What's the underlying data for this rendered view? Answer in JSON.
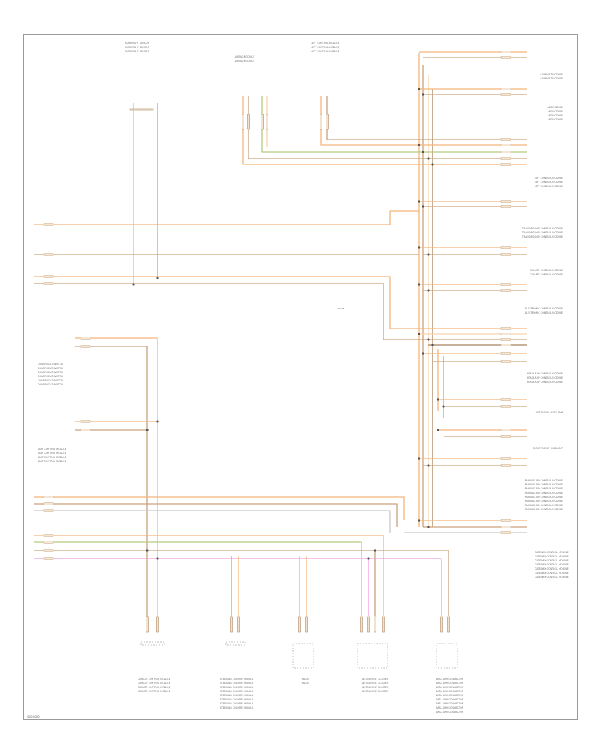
{
  "diagram": {
    "colors": {
      "orange": "#f5b57a",
      "orange_light": "#f9d2ac",
      "tan": "#caa27a",
      "brown": "#a8825f",
      "green": "#b3cc7c",
      "pink": "#f09be0",
      "gray": "#c8c8c8",
      "node": "#555555"
    },
    "components": {
      "rear_right_sensor": "REAR RIGHT SENSOR",
      "left_control_module": "LEFT CONTROL MODULE",
      "airbag_module": "AIRBAG MODULE",
      "comfort_module": "COMFORT MODULE",
      "abs_module": "ABS MODULE",
      "transmission_module": "TRANSMISSION CONTROL MODULE",
      "electronic_module": "ELECTRONIC CONTROL MODULE",
      "headlamp_module": "HEADLAMP CONTROL MODULE",
      "left_front_headlamp": "LEFT FRONT HEADLAMP",
      "right_front_headlamp": "RIGHT FRONT HEADLAMP",
      "parking_module": "PARKING AID CONTROL MODULE",
      "gateway_module": "GATEWAY CONTROL MODULE",
      "seat_switch": "DRIVER SEAT SWITCH",
      "seat_module": "SEAT CONTROL MODULE",
      "climate_module": "CLIMATE CONTROL MODULE",
      "steering_module": "STEERING COLUMN MODULE",
      "radio": "RADIO",
      "instrument_cluster": "INSTRUMENT CLUSTER",
      "data_link": "DATA LINK CONNECTOR"
    },
    "splice": "SPLICE"
  },
  "footer": {
    "code": "0000000"
  }
}
